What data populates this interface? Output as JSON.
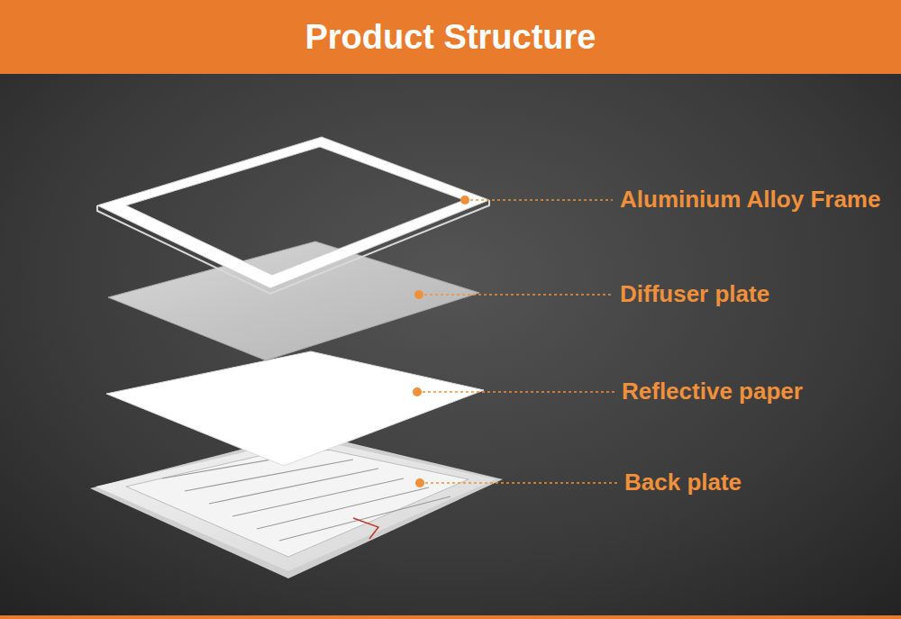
{
  "diagram": {
    "title": "Product Structure",
    "labels": [
      "Aluminium Alloy Frame",
      "Diffuser plate",
      "Reflective paper",
      "Back plate"
    ]
  }
}
